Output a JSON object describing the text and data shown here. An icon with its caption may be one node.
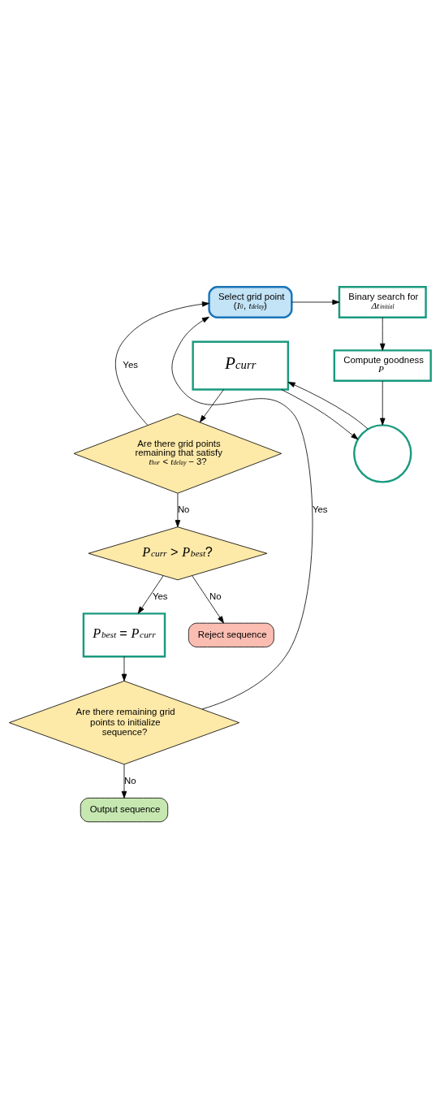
{
  "diagram": {
    "nodes": [
      {
        "text": [
          "Select grid point",
          "(*I*$_{0}$, *t*$_{delay}$)"
        ]
      },
      {
        "text": [
          "Binary search for",
          "*Δt*$_{initial}$"
        ]
      },
      {
        "text": [
          "Compute goodness",
          "*P*"
        ]
      },
      {
        "text": [
          "*P*$_{curr}$"
        ]
      },
      {
        "text": [],
        "shape": "circle"
      },
      {
        "text": [
          "Are there grid points remaining that satisfy",
          "*t*$_{hor}$ < *t*$_{delay}$ − 3?"
        ]
      },
      {
        "text": [
          "*P*$_{curr}$ > *P*$_{best}$?"
        ]
      },
      {
        "text": [
          "*P*$_{best}$ = *P*$_{curr}$"
        ]
      },
      {
        "text": [
          "Are there remaining grid points to initialize sequence?"
        ]
      },
      {
        "text": [
          "Output sequence"
        ]
      },
      {
        "text": [
          "Reject sequence"
        ]
      }
    ],
    "edges": [
      {
        "from": 0,
        "to": 1,
        "arrow": "to"
      },
      {
        "from": 1,
        "to": 2,
        "arrow": "to"
      },
      {
        "from": 2,
        "to": 4,
        "arrow": "to"
      },
      {
        "from": 3,
        "to": 4,
        "arrow": "to"
      },
      {
        "from": 4,
        "to": 3,
        "arrow": "to"
      },
      {
        "from": 3,
        "to": 5,
        "arrow": "to"
      },
      {
        "from": 5,
        "to": 0,
        "arrow": "to",
        "label": "Yes"
      },
      {
        "from": 5,
        "to": 6,
        "arrow": "to",
        "label": "No"
      },
      {
        "from": 6,
        "to": 7,
        "arrow": "to",
        "label": "Yes"
      },
      {
        "from": 6,
        "to": 10,
        "arrow": "to",
        "label": "No"
      },
      {
        "from": 7,
        "to": 8,
        "arrow": "to"
      },
      {
        "from": 8,
        "to": 0,
        "arrow": "to",
        "label": "Yes"
      },
      {
        "from": 8,
        "to": 9,
        "arrow": "to",
        "label": "No"
      }
    ]
  }
}
